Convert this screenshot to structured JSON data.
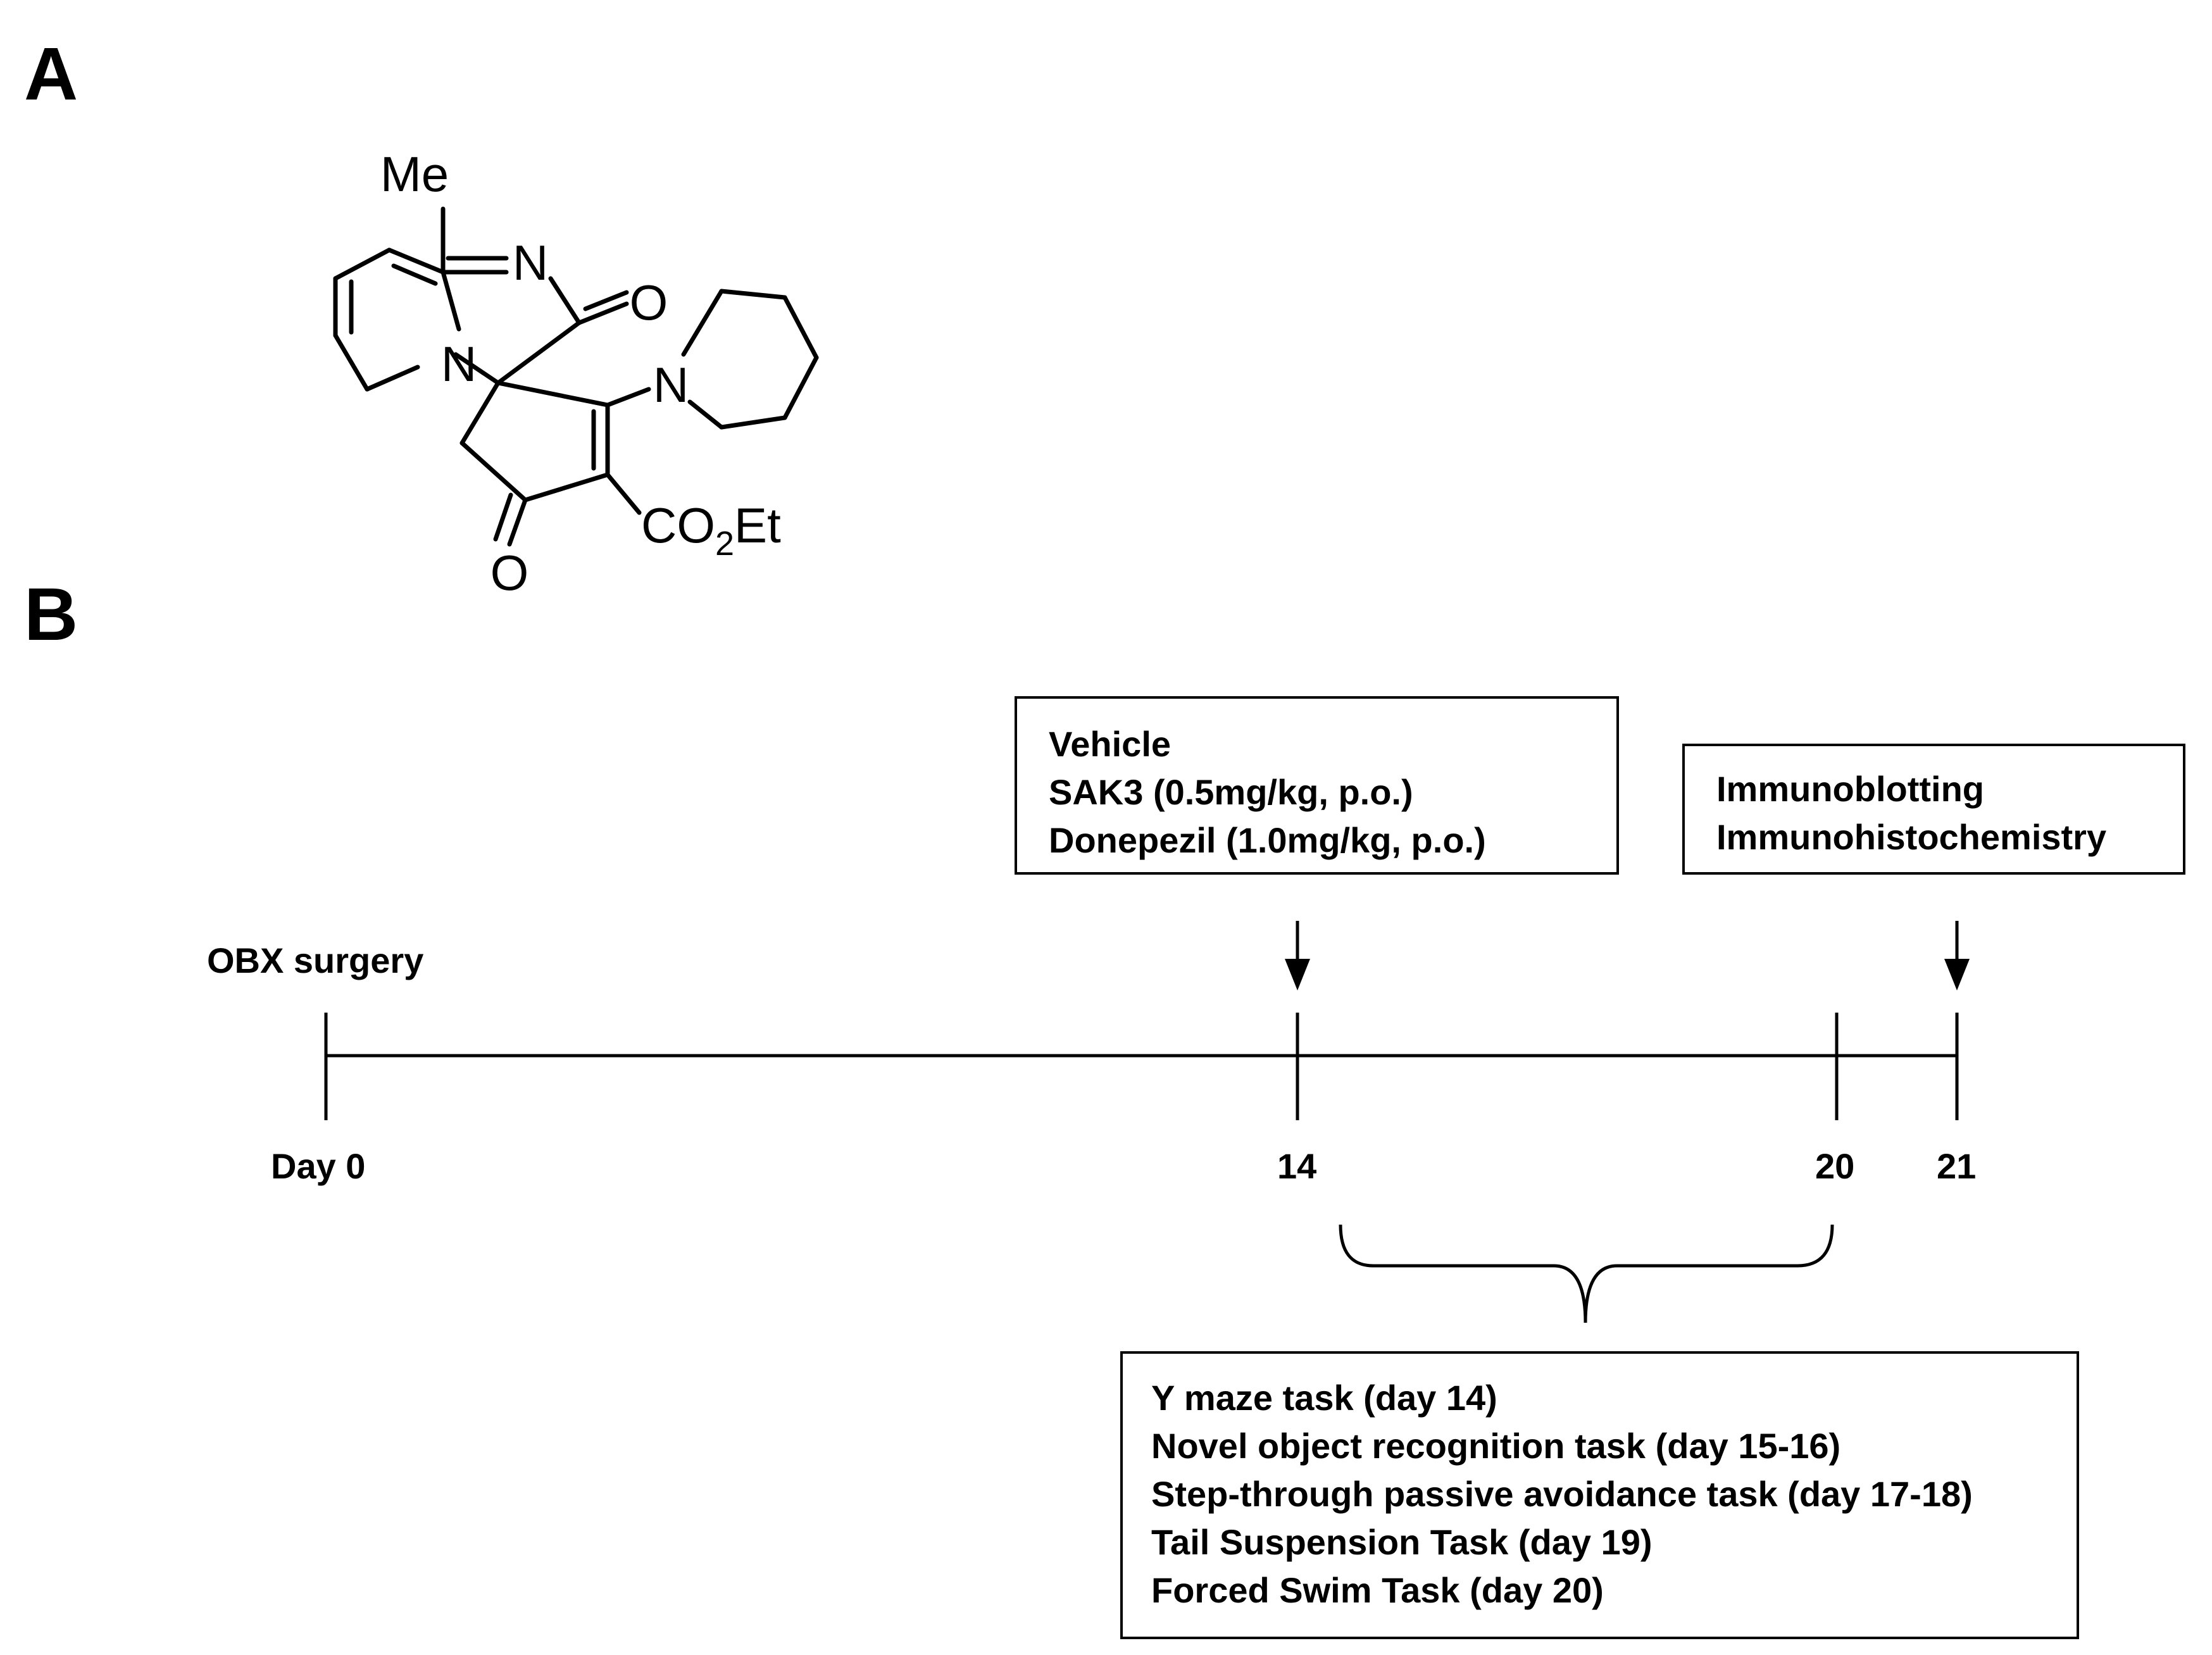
{
  "panels": {
    "a": "A",
    "b": "B"
  },
  "molecule": {
    "methyl": "Me",
    "n_imine": "N",
    "o_lactam": "O",
    "n_bridge": "N",
    "n_piperidine": "N",
    "o_ketone": "O",
    "ester": {
      "co": "CO",
      "sub": "2",
      "et": "Et"
    }
  },
  "timeline": {
    "start_event": "OBX surgery",
    "days": {
      "day0": "Day 0",
      "day14": "14",
      "day20": "20",
      "day21": "21"
    }
  },
  "treatment_box": {
    "lines": [
      "Vehicle",
      "SAK3 (0.5mg/kg, p.o.)",
      "Donepezil (1.0mg/kg, p.o.)"
    ]
  },
  "analysis_box": {
    "lines": [
      "Immunoblotting",
      "Immunohistochemistry"
    ]
  },
  "tasks_box": {
    "lines": [
      "Y maze task (day 14)",
      "Novel object recognition task (day 15-16)",
      "Step-through passive avoidance task (day 17-18)",
      "Tail Suspension Task (day 19)",
      "Forced Swim Task (day 20)"
    ]
  }
}
